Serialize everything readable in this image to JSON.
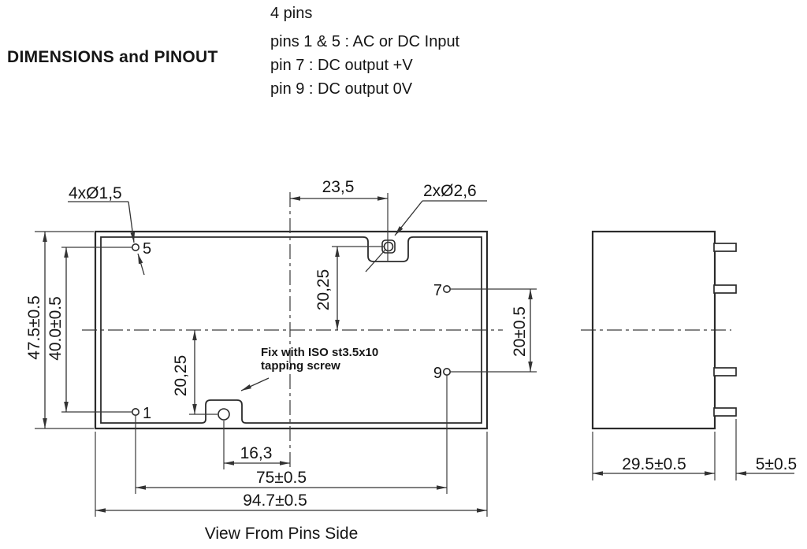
{
  "header": {
    "title": "DIMENSIONS and PINOUT",
    "pin_count": "4 pins",
    "pinout_lines": [
      "pins 1 & 5 : AC or DC Input",
      "pin 7 : DC output +V",
      "pin 9 : DC output  0V"
    ]
  },
  "front_view": {
    "caption": "View From Pins Side",
    "note": {
      "line1": "Fix with ISO st3.5x10",
      "line2": "tapping screw"
    },
    "pin_labels": {
      "pin1": "1",
      "pin5": "5",
      "pin7": "7",
      "pin9": "9"
    },
    "dimensions": {
      "overall_width": "94.7±0.5",
      "pin_span_horizontal": "75±0.5",
      "screw_to_center_horizontal": "16,3",
      "overall_height": "47.5±0.5",
      "input_pin_span": "40.0±0.5",
      "output_pin_span": "20±0.5",
      "hole_to_center_horizontal": "23,5",
      "hole_to_center_vertical": "20,25",
      "screw_to_center_vertical": "20,25",
      "pin_hole_diameter": "4xØ1,5",
      "mounting_hole_diameter": "2xØ2,6"
    }
  },
  "side_view": {
    "dimensions": {
      "body_depth": "29.5±0.5",
      "pin_length": "5±0.5"
    }
  },
  "colors": {
    "outline": "#2b2b2b",
    "line": "#333333",
    "text": "#161616",
    "background": "#ffffff"
  }
}
